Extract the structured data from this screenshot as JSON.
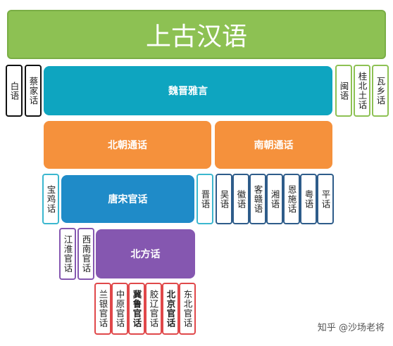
{
  "root": {
    "label": "上古汉语",
    "color": "#8DC153"
  },
  "bars": {
    "weijin": {
      "label": "魏晋雅言",
      "color": "#0EA5C0"
    },
    "beichao": {
      "label": "北朝通话",
      "color": "#F5913C"
    },
    "nanchao": {
      "label": "南朝通话",
      "color": "#F5913C"
    },
    "tangsong": {
      "label": "唐宋官话",
      "color": "#1F8BC8"
    },
    "beifang": {
      "label": "北方话",
      "color": "#8557B0"
    }
  },
  "tiles": {
    "baiyu": {
      "label": "白语",
      "border": "#111111"
    },
    "caijiahua": {
      "label": "蔡家话",
      "border": "#111111"
    },
    "minyu": {
      "label": "闽语",
      "border": "#8DC153"
    },
    "guibeituhua": {
      "label": "桂北土话",
      "border": "#8DC153"
    },
    "waxianghua": {
      "label": "瓦乡话",
      "border": "#8DC153"
    },
    "baojihua": {
      "label": "宝鸡话",
      "border": "#3BB7CF"
    },
    "jinyu": {
      "label": "晋语",
      "border": "#3BB7CF"
    },
    "wuyu": {
      "label": "吴语",
      "border": "#2E5C8A"
    },
    "huiyu": {
      "label": "徽语",
      "border": "#2E5C8A"
    },
    "kegan": {
      "label": "客赣语",
      "border": "#2E5C8A"
    },
    "xiangyu": {
      "label": "湘语",
      "border": "#2E5C8A"
    },
    "enshihua": {
      "label": "恩施话",
      "border": "#2E5C8A"
    },
    "yueyu": {
      "label": "粤语",
      "border": "#2E5C8A"
    },
    "pinghua": {
      "label": "平话",
      "border": "#2E5C8A"
    },
    "jianghuai": {
      "label": "江淮官话",
      "border": "#8557B0"
    },
    "xinan": {
      "label": "西南官话",
      "border": "#8557B0"
    },
    "lanyin": {
      "label": "兰银官话",
      "border": "#E0484A"
    },
    "zhongyuan": {
      "label": "中原官话",
      "border": "#E0484A"
    },
    "jilu": {
      "label": "冀鲁官话",
      "border": "#E0484A"
    },
    "jiaoliao": {
      "label": "胶辽官话",
      "border": "#E0484A"
    },
    "beijing": {
      "label": "北京官话",
      "border": "#E0484A"
    },
    "dongbei": {
      "label": "东北官话",
      "border": "#E0484A"
    }
  },
  "watermark": "知乎 @沙场老将"
}
